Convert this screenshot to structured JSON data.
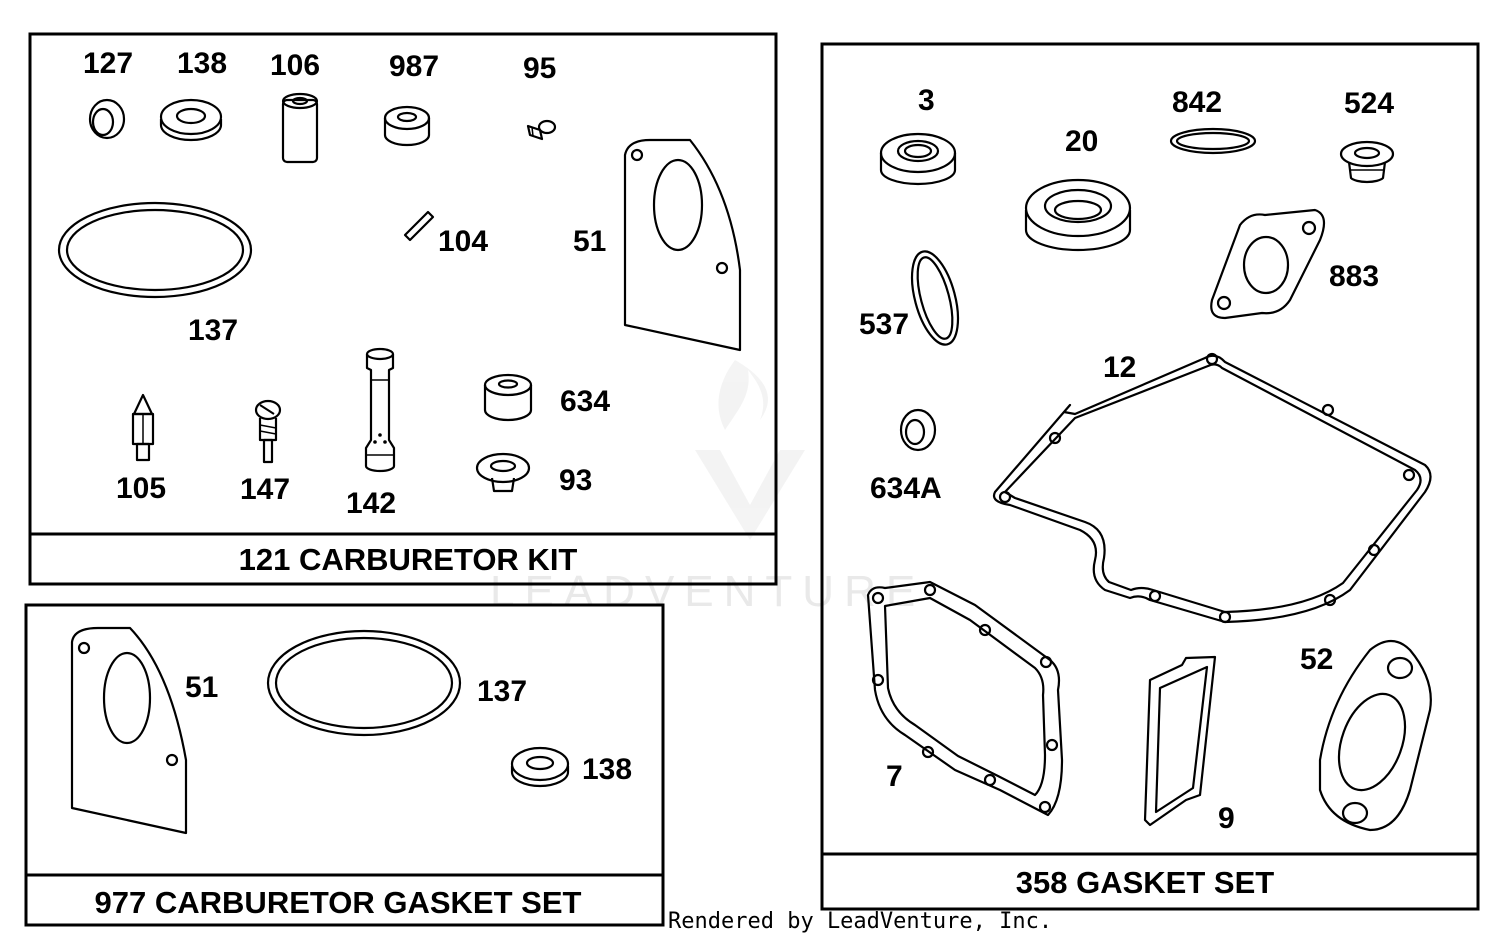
{
  "panels": {
    "carburetor_kit": {
      "title": "121 CARBURETOR KIT",
      "parts": [
        "127",
        "138",
        "106",
        "987",
        "95",
        "104",
        "51",
        "137",
        "634",
        "105",
        "147",
        "142",
        "93"
      ]
    },
    "carburetor_gasket_set": {
      "title": "977 CARBURETOR GASKET SET",
      "parts": [
        "51",
        "137",
        "138"
      ]
    },
    "gasket_set": {
      "title": "358 GASKET SET",
      "parts": [
        "3",
        "842",
        "524",
        "20",
        "883",
        "537",
        "12",
        "634A",
        "7",
        "9",
        "52"
      ]
    }
  },
  "watermark": "LEADVENTURE",
  "credit": "Rendered by LeadVenture, Inc."
}
